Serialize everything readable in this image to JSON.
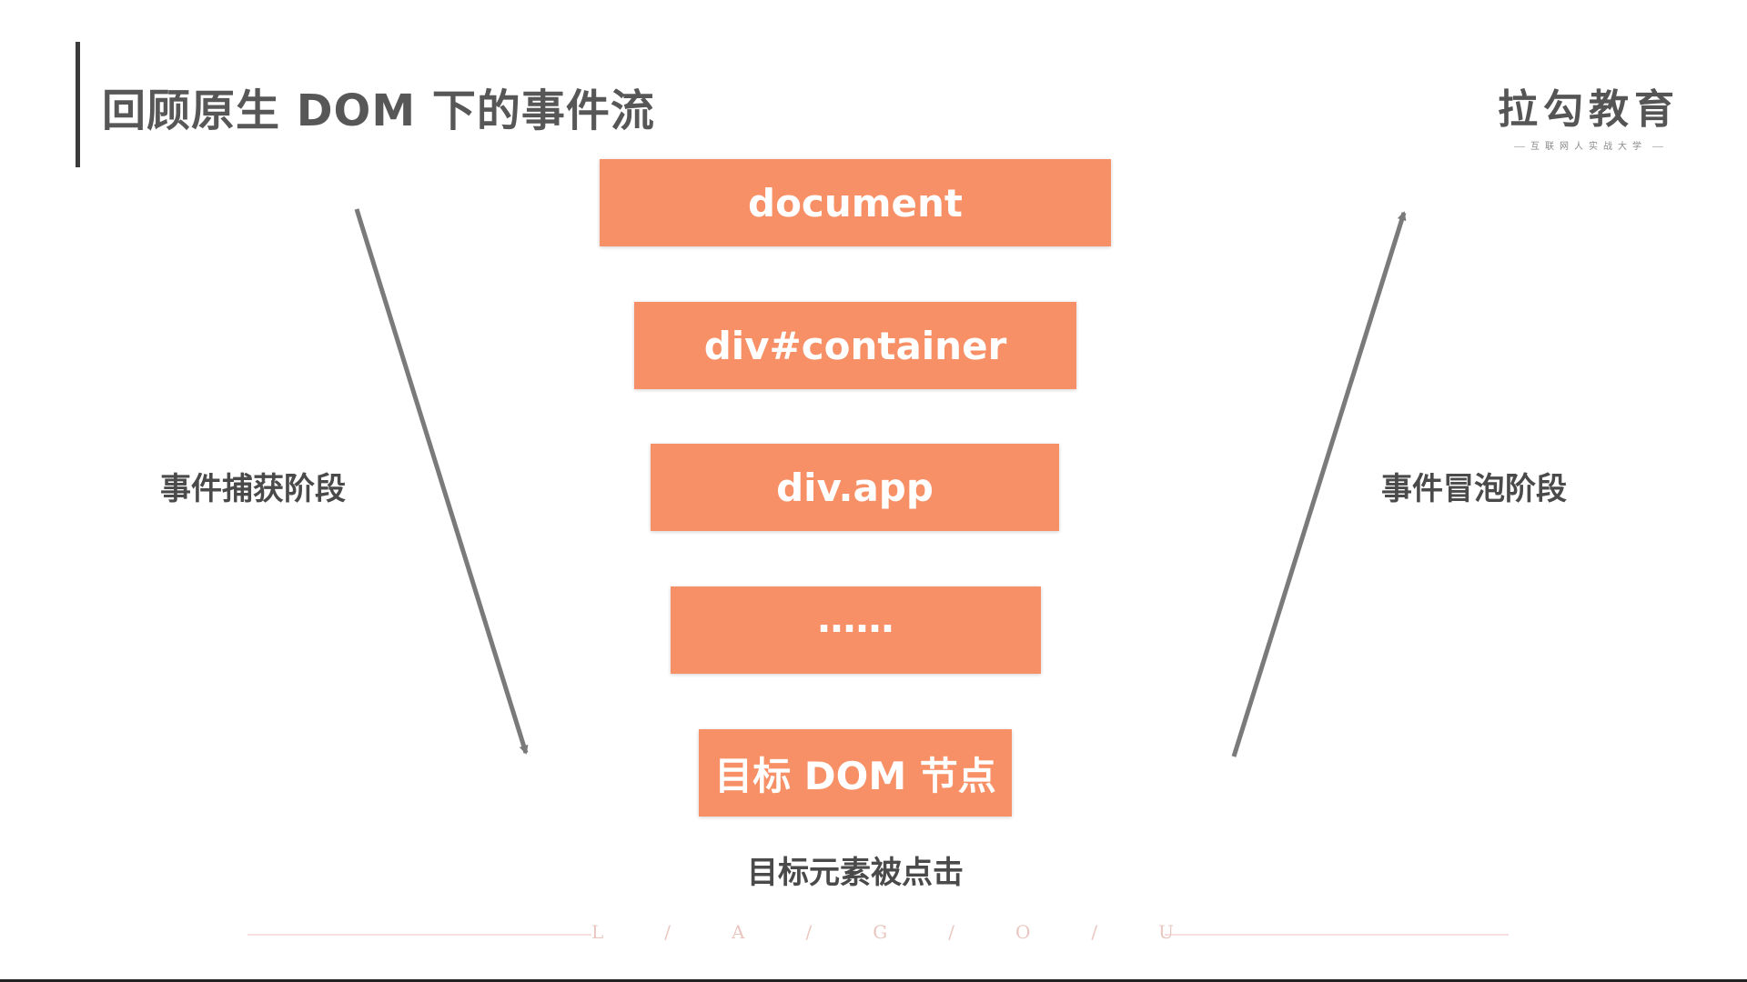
{
  "title": "回顾原生 DOM 下的事件流",
  "brand": {
    "name": "拉勾教育",
    "subtitle": "互联网人实战大学"
  },
  "nodes": [
    "document",
    "div#container",
    "div.app",
    "……",
    "目标 DOM 节点"
  ],
  "phases": {
    "capture": "事件捕获阶段",
    "bubble": "事件冒泡阶段"
  },
  "caption": "目标元素被点击",
  "footer_letters": [
    "L",
    "/",
    "A",
    "/",
    "G",
    "/",
    "O",
    "/",
    "U"
  ],
  "colors": {
    "box_fill": "#f79066",
    "arrow": "#7a7a7a",
    "title_text": "#575757"
  }
}
